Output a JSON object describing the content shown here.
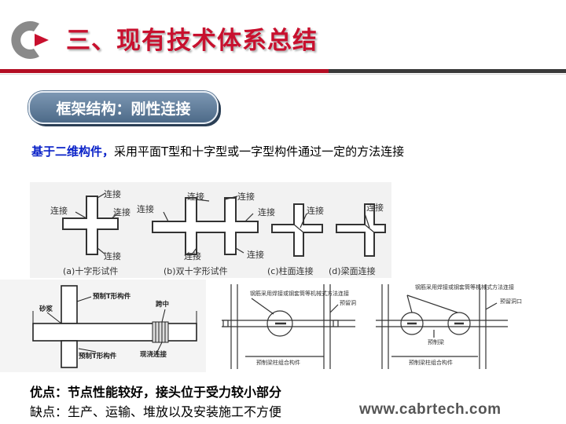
{
  "header": {
    "title": "三、现有技术体系总结",
    "brand_color": "#c8102e"
  },
  "badge": {
    "label": "框架结构：刚性连接"
  },
  "description": {
    "highlight": "基于二维构件，",
    "text": "采用平面T型和十字型或一字型构件通过一定的方法连接"
  },
  "figure1": {
    "joint_label": "连接",
    "captions": [
      "(a)十字形试件",
      "(b)双十字形试件",
      "(c)柱面连接",
      "(d)梁面连接"
    ]
  },
  "figure2": {
    "labels": {
      "column_top": "预制T形构件",
      "slab": "砂浆",
      "column_bottom": "预制T形构件",
      "midspan": "跨中",
      "cast_joint": "现浇连接"
    }
  },
  "figure3": {
    "labels": {
      "rebar_note": "钢筋采用焊接或钢套筒等机械式方法连接",
      "hole": "预留洞",
      "assembly": "预制梁柱组合构件"
    }
  },
  "figure4": {
    "labels": {
      "rebar_note": "钢筋采用焊接或钢套筒等机械式方法连接",
      "hole": "预留洞口",
      "beam": "预制梁",
      "assembly": "预制梁柱组合构件"
    }
  },
  "advantages": "优点：节点性能较好，接头位于受力较小部分",
  "disadvantages": "缺点：生产、运输、堆放以及安装施工不方便",
  "website": "www.cabrtech.com"
}
